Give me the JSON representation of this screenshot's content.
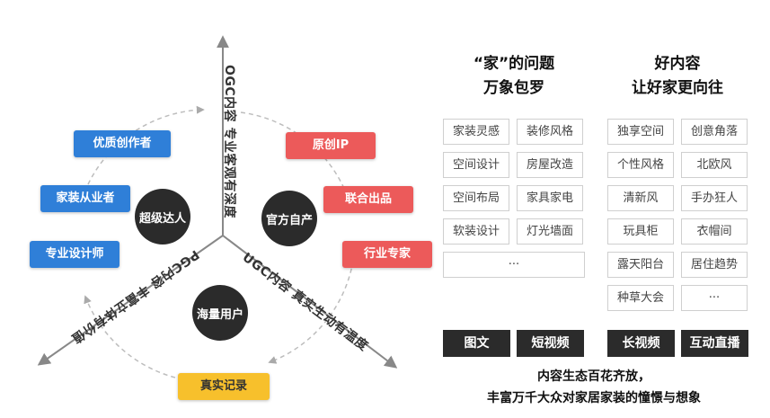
{
  "axes": {
    "ogc": "OGC内容  专业客观有深度",
    "pgc": "PGC内容  丰富立体有价值",
    "ugc": "UGC内容  真实生动有温度"
  },
  "circles": {
    "super": "超级达人",
    "official": "官方自产",
    "mass": "海量用户"
  },
  "tags": {
    "quality_creator": "优质创作者",
    "home_practitioner": "家装从业者",
    "pro_designer": "专业设计师",
    "original": "原创IP",
    "joint": "联合出品",
    "industry_expert": "行业专家",
    "real_record": "真实记录"
  },
  "heading_left": {
    "line1": "“家”的问题",
    "line2": "万象包罗"
  },
  "heading_right": {
    "line1": "好内容",
    "line2": "让好家更向往"
  },
  "grid_left": [
    "家装灵感",
    "装修风格",
    "空间设计",
    "房屋改造",
    "空间布局",
    "家具家电",
    "软装设计",
    "灯光墙面",
    "···"
  ],
  "grid_right": [
    "独享空间",
    "创意角落",
    "个性风格",
    "北欧风",
    "清新风",
    "手办狂人",
    "玩具柜",
    "衣帽间",
    "露天阳台",
    "居住趋势",
    "种草大会",
    "···"
  ],
  "formats": [
    "图文",
    "短视频",
    "长视频",
    "互动直播"
  ],
  "caption": {
    "line1": "内容生态百花齐放，",
    "line2": "丰富万千大众对家居家装的憧憬与想象"
  },
  "colors": {
    "blue": "#2f7fd8",
    "red": "#ec5a5a",
    "yellow": "#f7c02c",
    "dark": "#2b2b2b"
  }
}
